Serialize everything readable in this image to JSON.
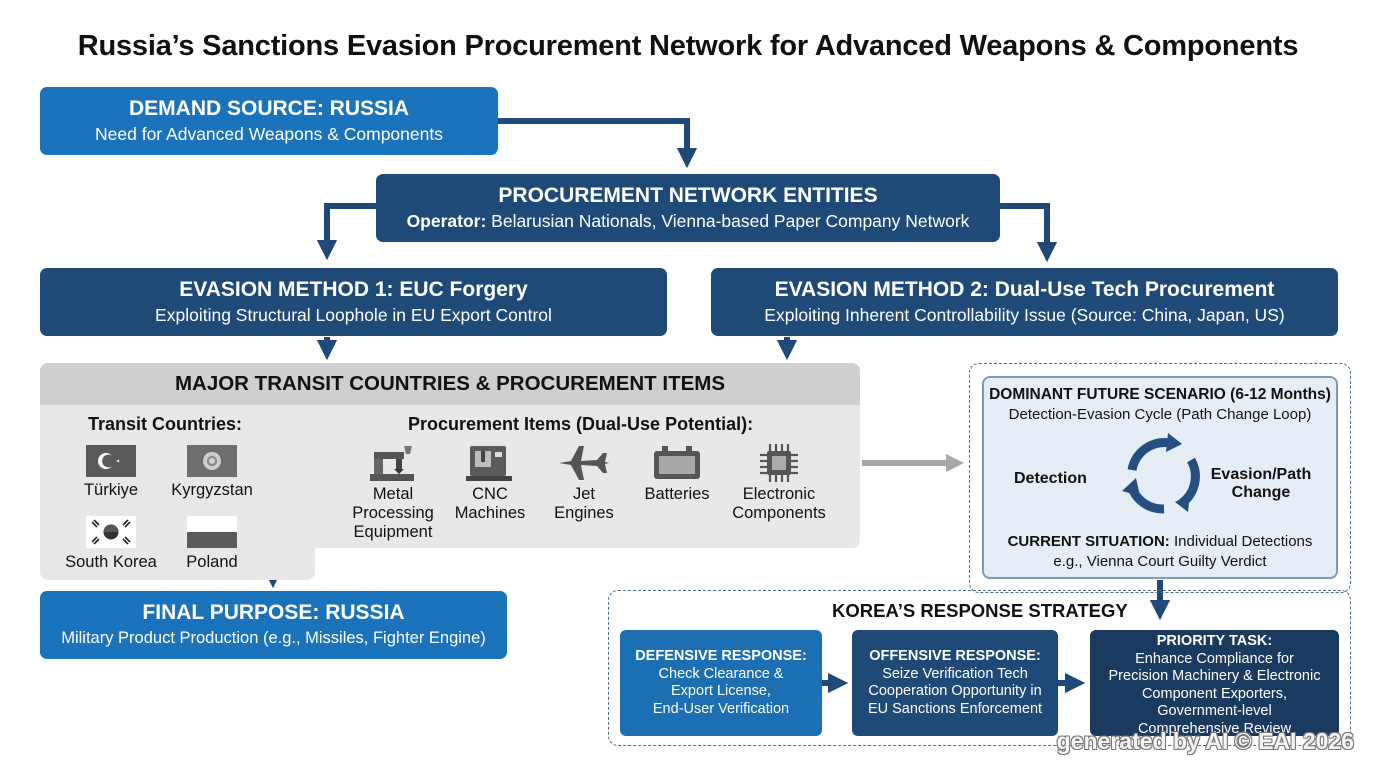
{
  "title": "Russia’s Sanctions Evasion Procurement Network for Advanced Weapons & Components",
  "demand": {
    "heading": "DEMAND SOURCE: RUSSIA",
    "text": "Need for Advanced Weapons & Components"
  },
  "network": {
    "heading": "PROCUREMENT NETWORK ENTITIES",
    "operator_label": "Operator:",
    "operator_text": " Belarusian Nationals, Vienna-based Paper Company Network"
  },
  "method1": {
    "heading": "EVASION METHOD 1: EUC Forgery",
    "text": "Exploiting Structural Loophole in EU Export Control"
  },
  "method2": {
    "heading": "EVASION METHOD 2: Dual-Use Tech Procurement",
    "text": "Exploiting Inherent Controllability Issue (Source: China, Japan, US)"
  },
  "transit": {
    "heading": "MAJOR TRANSIT COUNTRIES & PROCUREMENT ITEMS",
    "countries_label": "Transit Countries:",
    "countries": [
      "Türkiye",
      "Kyrgyzstan",
      "South Korea",
      "Poland"
    ],
    "items_label": "Procurement Items (Dual-Use Potential):",
    "items": [
      {
        "label": "Metal\nProcessing\nEquipment",
        "icon": "metal-processing-icon"
      },
      {
        "label": "CNC\nMachines",
        "icon": "cnc-machine-icon"
      },
      {
        "label": "Jet\nEngines",
        "icon": "jet-icon"
      },
      {
        "label": "Batteries",
        "icon": "battery-icon"
      },
      {
        "label": "Electronic\nComponents",
        "icon": "chip-icon"
      }
    ]
  },
  "final": {
    "heading": "FINAL PURPOSE: RUSSIA",
    "text": "Military Product Production (e.g., Missiles, Fighter Engine)"
  },
  "scenario": {
    "heading": "DOMINANT FUTURE SCENARIO (6-12 Months)",
    "subheading": "Detection-Evasion Cycle (Path Change Loop)",
    "left": "Detection",
    "right_line1": "Evasion/Path",
    "right_line2": "Change",
    "current_label": "CURRENT SITUATION:",
    "current_text": " Individual Detections",
    "example": "e.g., Vienna Court Guilty Verdict"
  },
  "korea": {
    "heading": "KOREA’S RESPONSE STRATEGY",
    "defensive": {
      "heading": "DEFENSIVE RESPONSE:",
      "lines": [
        "Check Clearance &",
        "Export License,",
        "End-User Verification"
      ]
    },
    "offensive": {
      "heading": "OFFENSIVE RESPONSE:",
      "lines": [
        "Seize Verification Tech",
        "Cooperation Opportunity in",
        "EU Sanctions Enforcement"
      ]
    },
    "priority": {
      "heading": "PRIORITY TASK:",
      "lines": [
        "Enhance Compliance for",
        "Precision Machinery & Electronic",
        "Component Exporters,",
        "Government-level",
        "Comprehensive Review"
      ]
    }
  },
  "colors": {
    "blue": "#1b73bb",
    "navy": "#1f4a78",
    "dark_navy": "#21406c",
    "gray_panel": "#e8e8e8",
    "scenario_bg": "#e5eef7"
  },
  "watermark": "generated by AI © EAI 2026"
}
